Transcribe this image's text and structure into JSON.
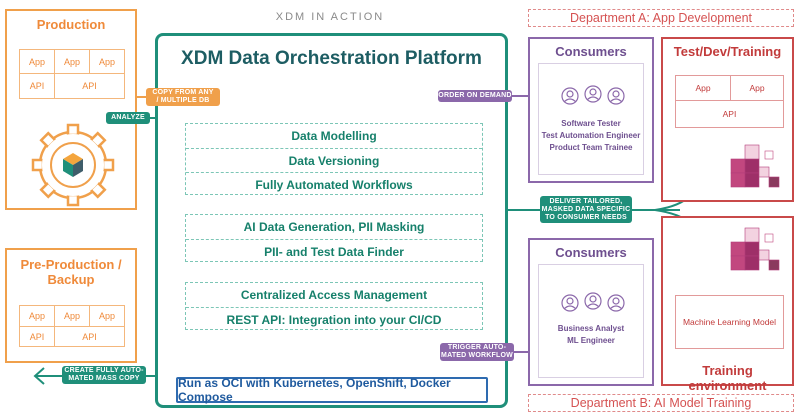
{
  "header": {
    "title": "XDM IN ACTION"
  },
  "production": {
    "title": "Production",
    "cells": [
      "App",
      "App",
      "App",
      "API",
      "API"
    ]
  },
  "preproduction": {
    "title_line1": "Pre-Production /",
    "title_line2": "Backup",
    "cells": [
      "App",
      "App",
      "App",
      "API",
      "API"
    ]
  },
  "platform": {
    "title": "XDM Data Orchestration Platform",
    "group1": [
      "Data Modelling",
      "Data Versioning",
      "Fully Automated Workflows"
    ],
    "group2": [
      "AI Data Generation, PII Masking",
      "PII- and Test Data Finder"
    ],
    "group3": [
      "Centralized Access Management",
      "REST API: Integration into your CI/CD"
    ],
    "oci": "Run as OCI with Kubernetes, OpenShift, Docker Compose"
  },
  "pills": {
    "copy_line1": "COPY FROM ANY",
    "copy_line2": "/ MULTIPLE DB",
    "analyze": "ANALYZE",
    "order": "ORDER ON DEMAND",
    "deliver_line1": "DELIVER TAILORED,",
    "deliver_line2": "MASKED DATA SPECIFIC",
    "deliver_line3": "TO CONSUMER NEEDS",
    "trigger_line1": "TRIGGER AUTO-",
    "trigger_line2": "MATED WORKFLOW",
    "create_line1": "CREATE FULLY AUTO-",
    "create_line2": "MATED MASS COPY"
  },
  "dept_a": {
    "label": "Department A: App Development",
    "consumers_title": "Consumers",
    "roles": [
      "Software Tester",
      "Test Automation Engineer",
      "Product Team Trainee"
    ],
    "env_title": "Test/Dev/Training",
    "env_cells": [
      "App",
      "App",
      "API"
    ]
  },
  "dept_b": {
    "label": "Department B: AI Model Training",
    "consumers_title": "Consumers",
    "roles": [
      "Business Analyst",
      "ML Engineer"
    ],
    "env_title": "Training environment",
    "env_cell": "Machine Learning Model"
  },
  "colors": {
    "orange": "#f0a04b",
    "teal": "#1f8f7a",
    "purple": "#8b68aa",
    "red": "#c94a4a",
    "blue": "#2e6bb0"
  }
}
